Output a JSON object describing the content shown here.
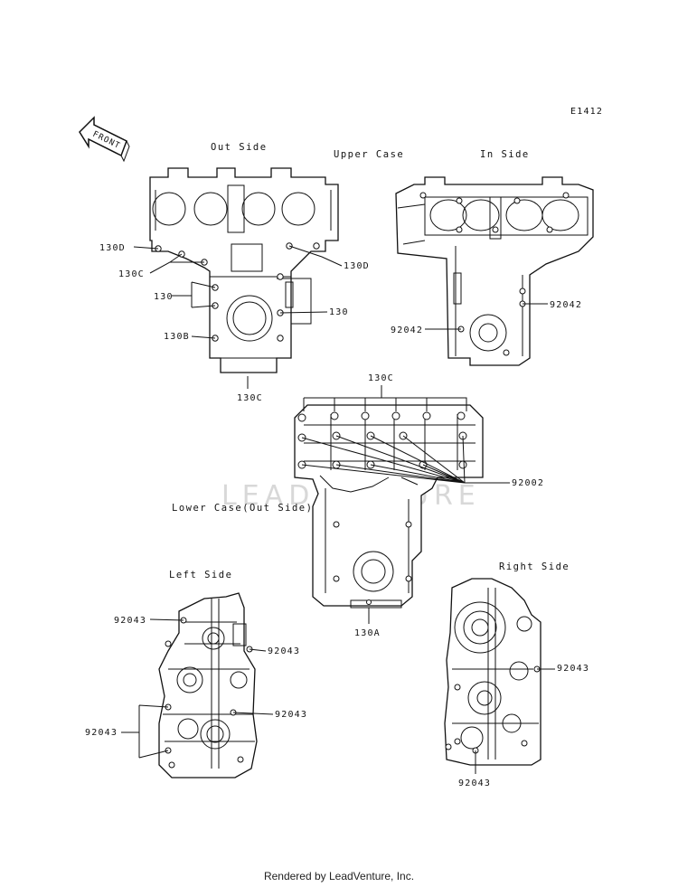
{
  "diagram": {
    "code": "E1412",
    "front_label": "FRONT",
    "headers": {
      "out_side": "Out Side",
      "upper_case": "Upper Case",
      "in_side": "In Side",
      "lower_case": "Lower Case(Out Side)",
      "left_side": "Left Side",
      "right_side": "Right Side"
    },
    "upper_out_callouts": {
      "c130d_left": "130D",
      "c130c_left": "130C",
      "c130_left": "130",
      "c130b": "130B",
      "c130d_right": "130D",
      "c130_right": "130",
      "c130c_bottom": "130C"
    },
    "upper_in_callouts": {
      "c92042_right": "92042",
      "c92042_left": "92042"
    },
    "lower_callouts": {
      "c130c_top": "130C",
      "c92002": "92002",
      "c130a": "130A"
    },
    "left_side_callouts": {
      "c92043_top": "92043",
      "c92043_mid": "92043",
      "c92043_lower": "92043",
      "c92043_left": "92043"
    },
    "right_side_callouts": {
      "c92043_right": "92043",
      "c92043_bottom": "92043"
    },
    "watermark": "LEADVENTURE"
  },
  "footer": {
    "text": "Rendered by LeadVenture, Inc."
  }
}
